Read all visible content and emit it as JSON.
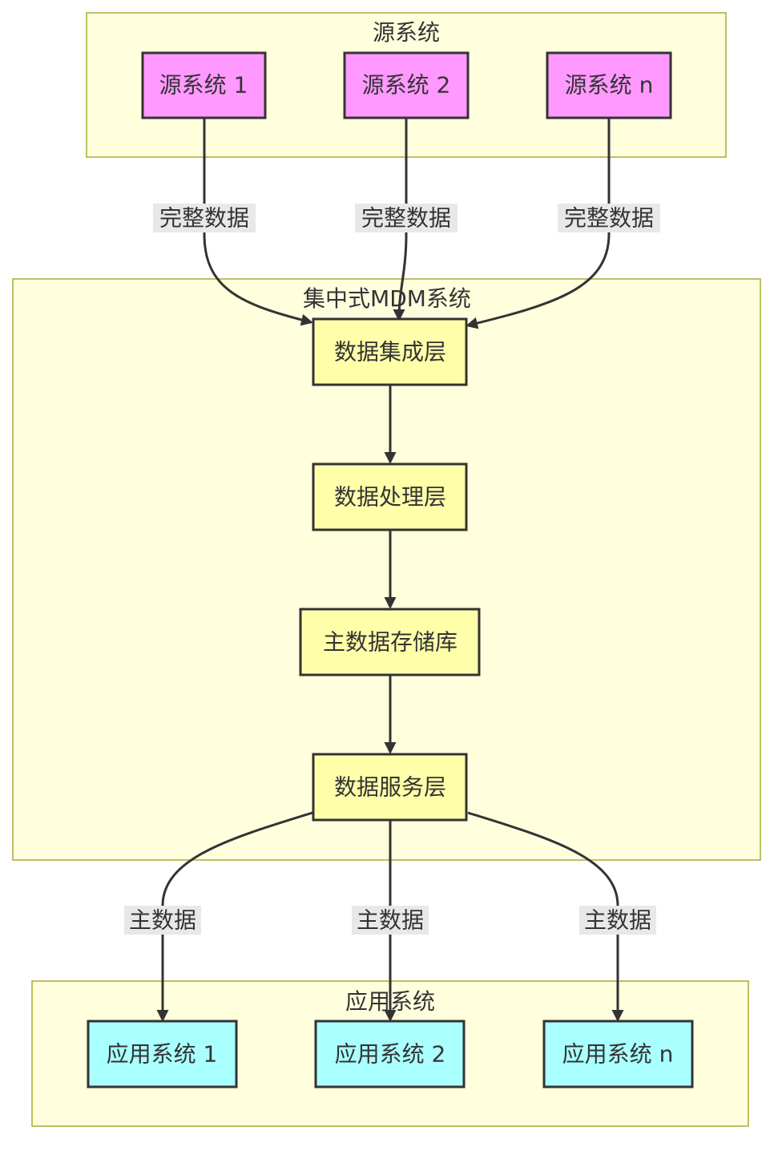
{
  "colors": {
    "cluster_fill": "#ffffde",
    "cluster_stroke": "#aaaa33",
    "source_fill": "#ff99ff",
    "mdm_fill": "#ffffaa",
    "app_fill": "#aaffff",
    "line": "#333333",
    "label_bg": "#e8e8e8"
  },
  "clusters": {
    "source": {
      "title": "源系统"
    },
    "mdm": {
      "title": "集中式MDM系统"
    },
    "apps": {
      "title": "应用系统"
    }
  },
  "nodes": {
    "src1": "源系统 1",
    "src2": "源系统 2",
    "srcn": "源系统 n",
    "integration": "数据集成层",
    "processing": "数据处理层",
    "repository": "主数据存储库",
    "service": "数据服务层",
    "app1": "应用系统 1",
    "app2": "应用系统 2",
    "appn": "应用系统 n"
  },
  "edges": {
    "full_data_1": "完整数据",
    "full_data_2": "完整数据",
    "full_data_n": "完整数据",
    "master_data_1": "主数据",
    "master_data_2": "主数据",
    "master_data_n": "主数据"
  }
}
